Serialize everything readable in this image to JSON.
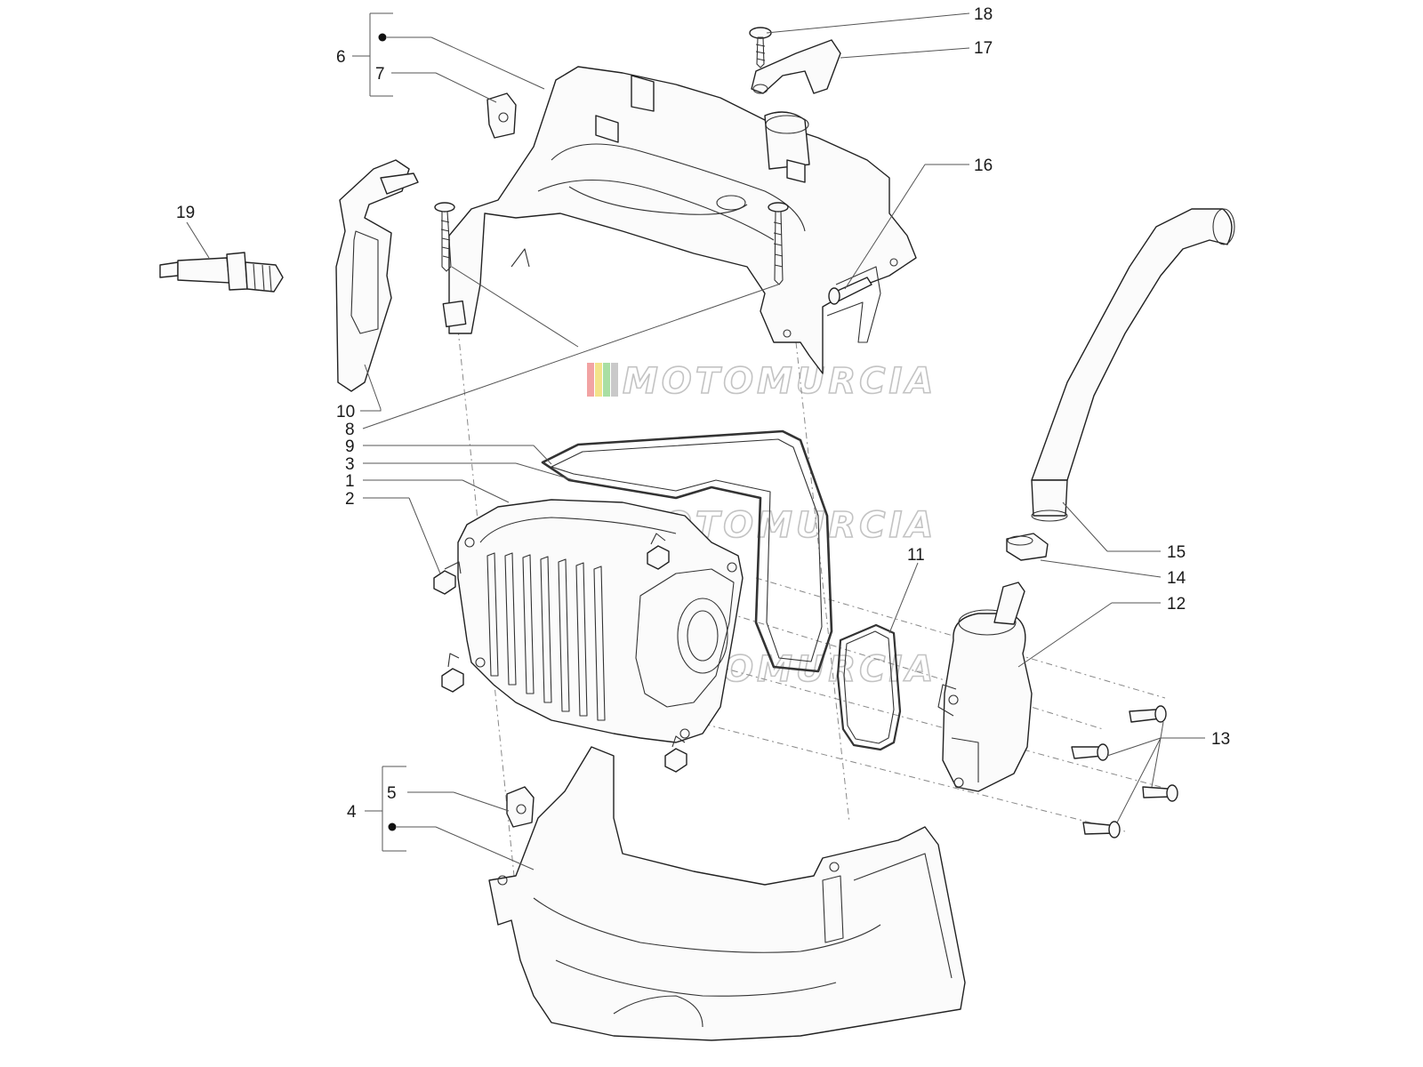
{
  "watermark": {
    "text": "MOTOMURCIA",
    "stripe_colors": [
      "#f2a3a3",
      "#f3e28a",
      "#a9dfa3",
      "#c9c9c9"
    ]
  },
  "callouts": [
    {
      "id": "6",
      "label": "6"
    },
    {
      "id": "7",
      "label": "7"
    },
    {
      "id": "18",
      "label": "18"
    },
    {
      "id": "17",
      "label": "17"
    },
    {
      "id": "16",
      "label": "16"
    },
    {
      "id": "19",
      "label": "19"
    },
    {
      "id": "10",
      "label": "10"
    },
    {
      "id": "8",
      "label": "8"
    },
    {
      "id": "9",
      "label": "9"
    },
    {
      "id": "3",
      "label": "3"
    },
    {
      "id": "1",
      "label": "1"
    },
    {
      "id": "2",
      "label": "2"
    },
    {
      "id": "11",
      "label": "11"
    },
    {
      "id": "15",
      "label": "15"
    },
    {
      "id": "14",
      "label": "14"
    },
    {
      "id": "12",
      "label": "12"
    },
    {
      "id": "13",
      "label": "13"
    },
    {
      "id": "4",
      "label": "4"
    },
    {
      "id": "5",
      "label": "5"
    }
  ],
  "colors": {
    "line": "#222222",
    "background": "#ffffff"
  }
}
